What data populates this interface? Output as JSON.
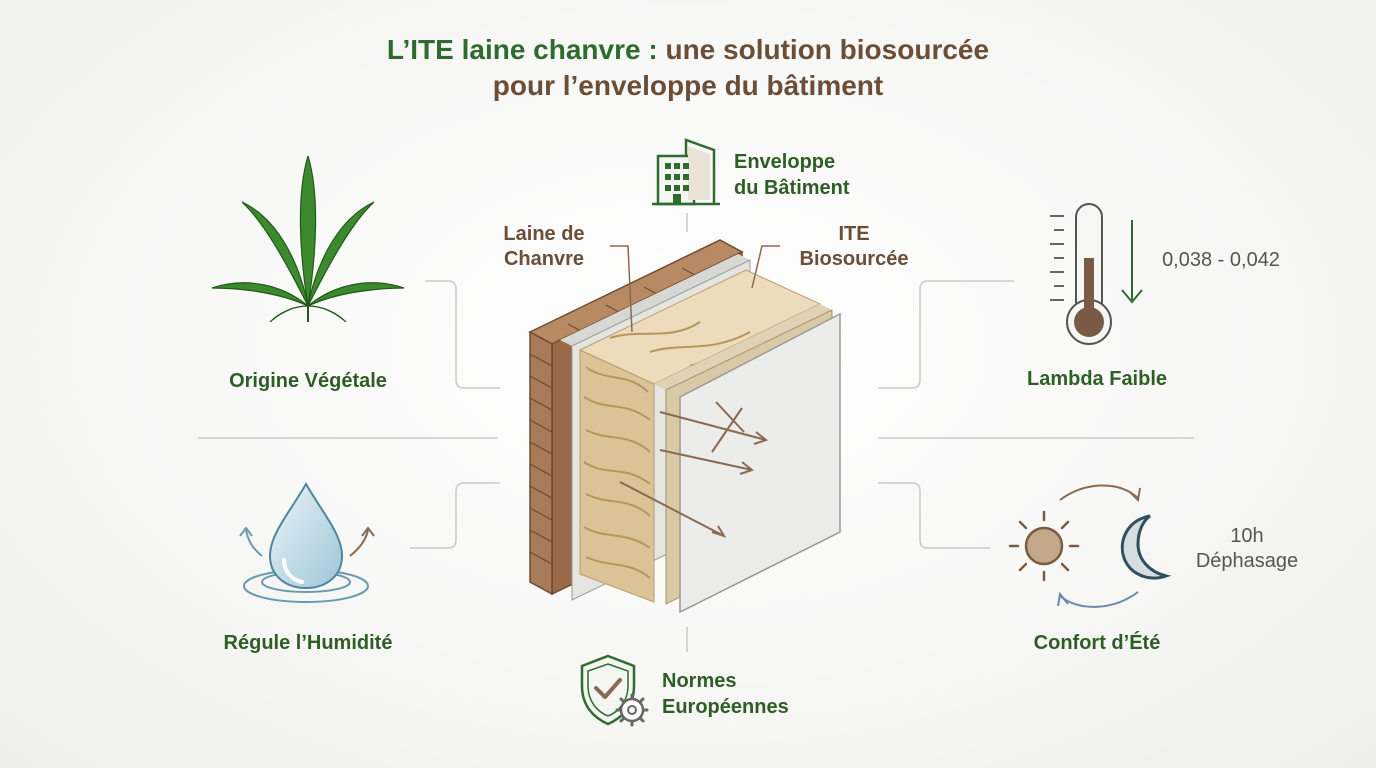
{
  "title": {
    "line1_green": "L’ITE laine chanvre :",
    "line1_brown": " une solution biosourcée",
    "line2": "pour l’enveloppe du bâtiment"
  },
  "center": {
    "laine_line1": "Laine de",
    "laine_line2": "Chanvre",
    "ite_line1": "ITE",
    "ite_line2": "Biosourcée"
  },
  "top": {
    "line1": "Enveloppe",
    "line2": "du Bâtiment",
    "icon": "building-icon"
  },
  "bottom": {
    "line1": "Normes",
    "line2": "Européennes",
    "icon": "shield-gear-icon"
  },
  "left_top": {
    "label": "Origine Végétale",
    "icon": "hemp-leaf-icon"
  },
  "left_bottom": {
    "label": "Régule l’Humidité",
    "icon": "water-drop-icon"
  },
  "right_top": {
    "label": "Lambda Faible",
    "value": "0,038 - 0,042",
    "icon": "thermometer-icon"
  },
  "right_bottom": {
    "label": "Confort d’Été",
    "value_line1": "10h",
    "value_line2": "Déphasage",
    "icon": "sun-moon-cycle-icon"
  },
  "colors": {
    "green": "#2e6b2e",
    "brown": "#6b4e37",
    "brick": "#9a6a48",
    "hemp": "#e3cfa6"
  }
}
